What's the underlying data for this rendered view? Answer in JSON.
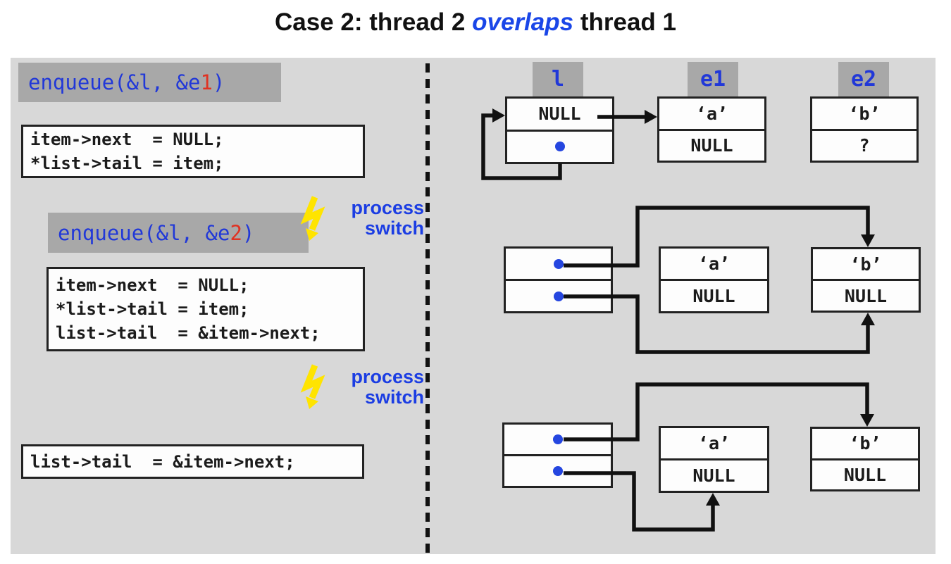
{
  "title": {
    "part1": "Case 2: thread 2 ",
    "overlap": "overlaps",
    "part2": " thread 1"
  },
  "colors": {
    "panel_bg": "#d8d8d8",
    "header_bg": "#a8a8a8",
    "code_blue": "#2138d8",
    "code_red": "#e03222",
    "accent_blue": "#1b3de3",
    "bolt_yellow": "#ffe400",
    "dot_blue": "#2546e0"
  },
  "left": {
    "call1": {
      "text": "enqueue(&l, &e",
      "num": "1",
      "close": ")"
    },
    "code1": [
      "item->next  = NULL;",
      "*list->tail = item;"
    ],
    "call2": {
      "text": "enqueue(&l, &e",
      "num": "2",
      "close": ")"
    },
    "code2": [
      "item->next  = NULL;",
      "*list->tail = item;",
      "list->tail  = &item->next;"
    ],
    "process_switch": {
      "line1": "process",
      "line2": "switch"
    },
    "code3": [
      "list->tail  = &item->next;"
    ]
  },
  "right": {
    "labels": [
      "l",
      "e1",
      "e2"
    ],
    "row1": {
      "l": {
        "top": "NULL",
        "bottom": "dot"
      },
      "e1": {
        "top": "‘a’",
        "bottom": "NULL"
      },
      "e2": {
        "top": "‘b’",
        "bottom": "?"
      }
    },
    "row2": {
      "l": {
        "top": "dot",
        "bottom": "dot"
      },
      "e1": {
        "top": "‘a’",
        "bottom": "NULL"
      },
      "e2": {
        "top": "‘b’",
        "bottom": "NULL"
      }
    },
    "row3": {
      "l": {
        "top": "dot",
        "bottom": "dot"
      },
      "e1": {
        "top": "‘a’",
        "bottom": "NULL"
      },
      "e2": {
        "top": "‘b’",
        "bottom": "NULL"
      }
    }
  }
}
